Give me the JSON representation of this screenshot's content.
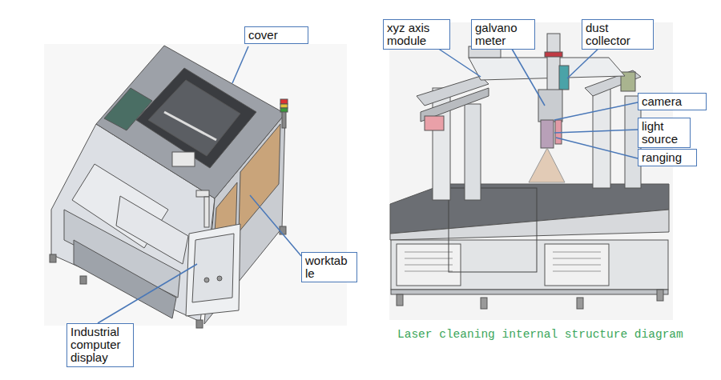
{
  "diagram": {
    "caption": "Laser cleaning internal structure diagram",
    "nodes": [
      {
        "text": [
          "cover"
        ]
      },
      {
        "text": [
          "worktab le"
        ]
      },
      {
        "text": [
          "Industrial computer display"
        ]
      },
      {
        "text": [
          "xyz axis module"
        ]
      },
      {
        "text": [
          "galvano meter"
        ]
      },
      {
        "text": [
          "dust collector"
        ]
      },
      {
        "text": [
          "camera"
        ]
      },
      {
        "text": [
          "light source"
        ]
      },
      {
        "text": [
          "ranging"
        ]
      }
    ]
  }
}
